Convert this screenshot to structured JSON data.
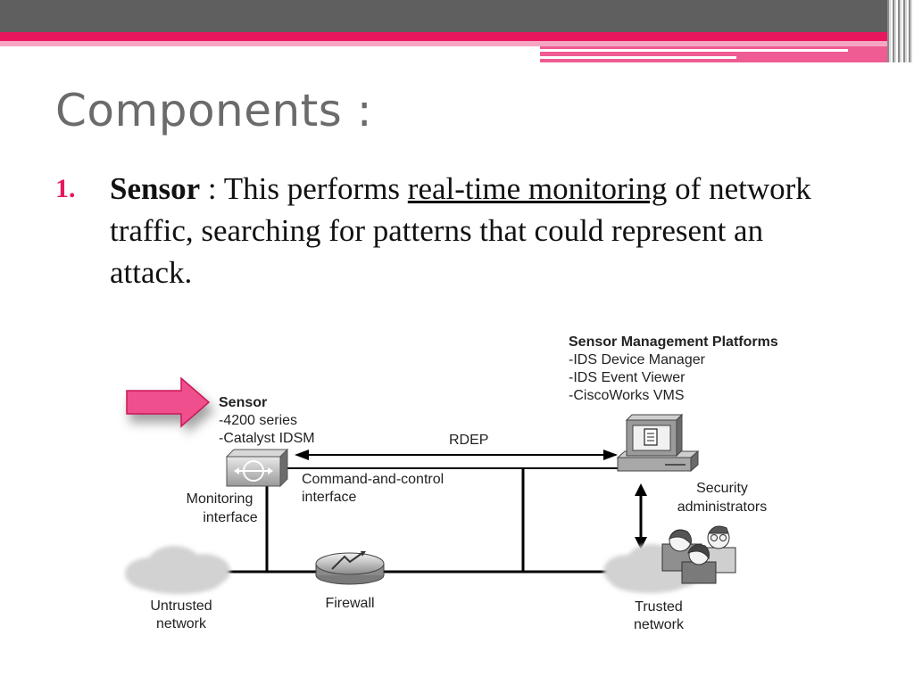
{
  "colors": {
    "accent": "#e8175d",
    "header": "#5f5f5f",
    "arrow": "#ef4f8c"
  },
  "slide": {
    "title": "Components :",
    "bullet": {
      "number": "1.",
      "term": "Sensor",
      "sep": " : This performs ",
      "link": "real-time monitoring",
      "rest": " of network traffic, searching for patterns that could represent an attack."
    }
  },
  "diagram": {
    "sensor": {
      "title": "Sensor",
      "line1": "-4200 series",
      "line2": "-Catalyst IDSM"
    },
    "smp": {
      "title": "Sensor Management Platforms",
      "line1": "-IDS Device Manager",
      "line2": "-IDS Event Viewer",
      "line3": "-CiscoWorks VMS"
    },
    "rdep": "RDEP",
    "command_control": {
      "line1": "Command-and-control",
      "line2": "interface"
    },
    "monitoring": {
      "line1": "Monitoring",
      "line2": "interface"
    },
    "security_admins": {
      "line1": "Security",
      "line2": "administrators"
    },
    "untrusted": {
      "line1": "Untrusted",
      "line2": "network"
    },
    "firewall": "Firewall",
    "trusted": {
      "line1": "Trusted",
      "line2": "network"
    },
    "icons": [
      "pink-arrow-icon",
      "sensor-device-icon",
      "firewall-icon",
      "management-workstation-icon",
      "administrators-icon",
      "cloud-icon"
    ]
  }
}
